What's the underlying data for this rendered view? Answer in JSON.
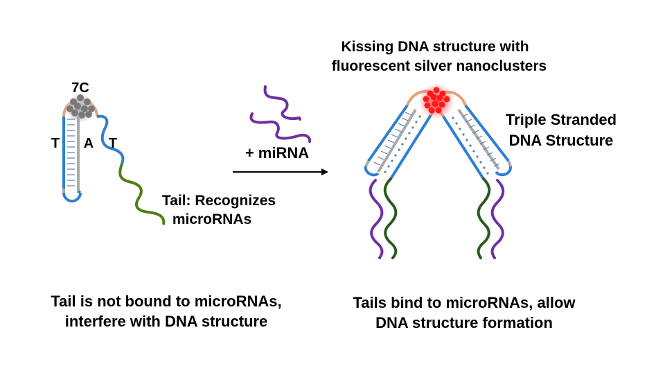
{
  "colors": {
    "stem_blue": "#2f7fd0",
    "stem_gray": "#a9a9a9",
    "loop_orange": "#e8a07a",
    "cluster_gray": "#7a7a7a",
    "cluster_red": "#ff1a1a",
    "tail_green_light": "#4f7f12",
    "tail_green_dark": "#2b5a1c",
    "mirna_purple": "#7030a0",
    "rung_blue": "#5b7fa6",
    "text": "#000000"
  },
  "left_panel": {
    "loop_label": "7C",
    "base_labels": [
      "T",
      "A",
      "T"
    ],
    "tail_label_lines": [
      "Tail: Recognizes",
      "microRNAs"
    ],
    "caption_lines": [
      "Tail is not bound to microRNAs,",
      "interfere with DNA structure"
    ]
  },
  "middle": {
    "reaction_label": "+ miRNA",
    "arrow": "right-arrow"
  },
  "right_panel": {
    "title_lines": [
      "Kissing DNA structure with",
      "fluorescent silver nanoclusters"
    ],
    "side_label_lines": [
      "Triple Stranded",
      "DNA Structure"
    ],
    "caption_lines": [
      "Tails bind to microRNAs, allow",
      "DNA structure formation"
    ]
  }
}
